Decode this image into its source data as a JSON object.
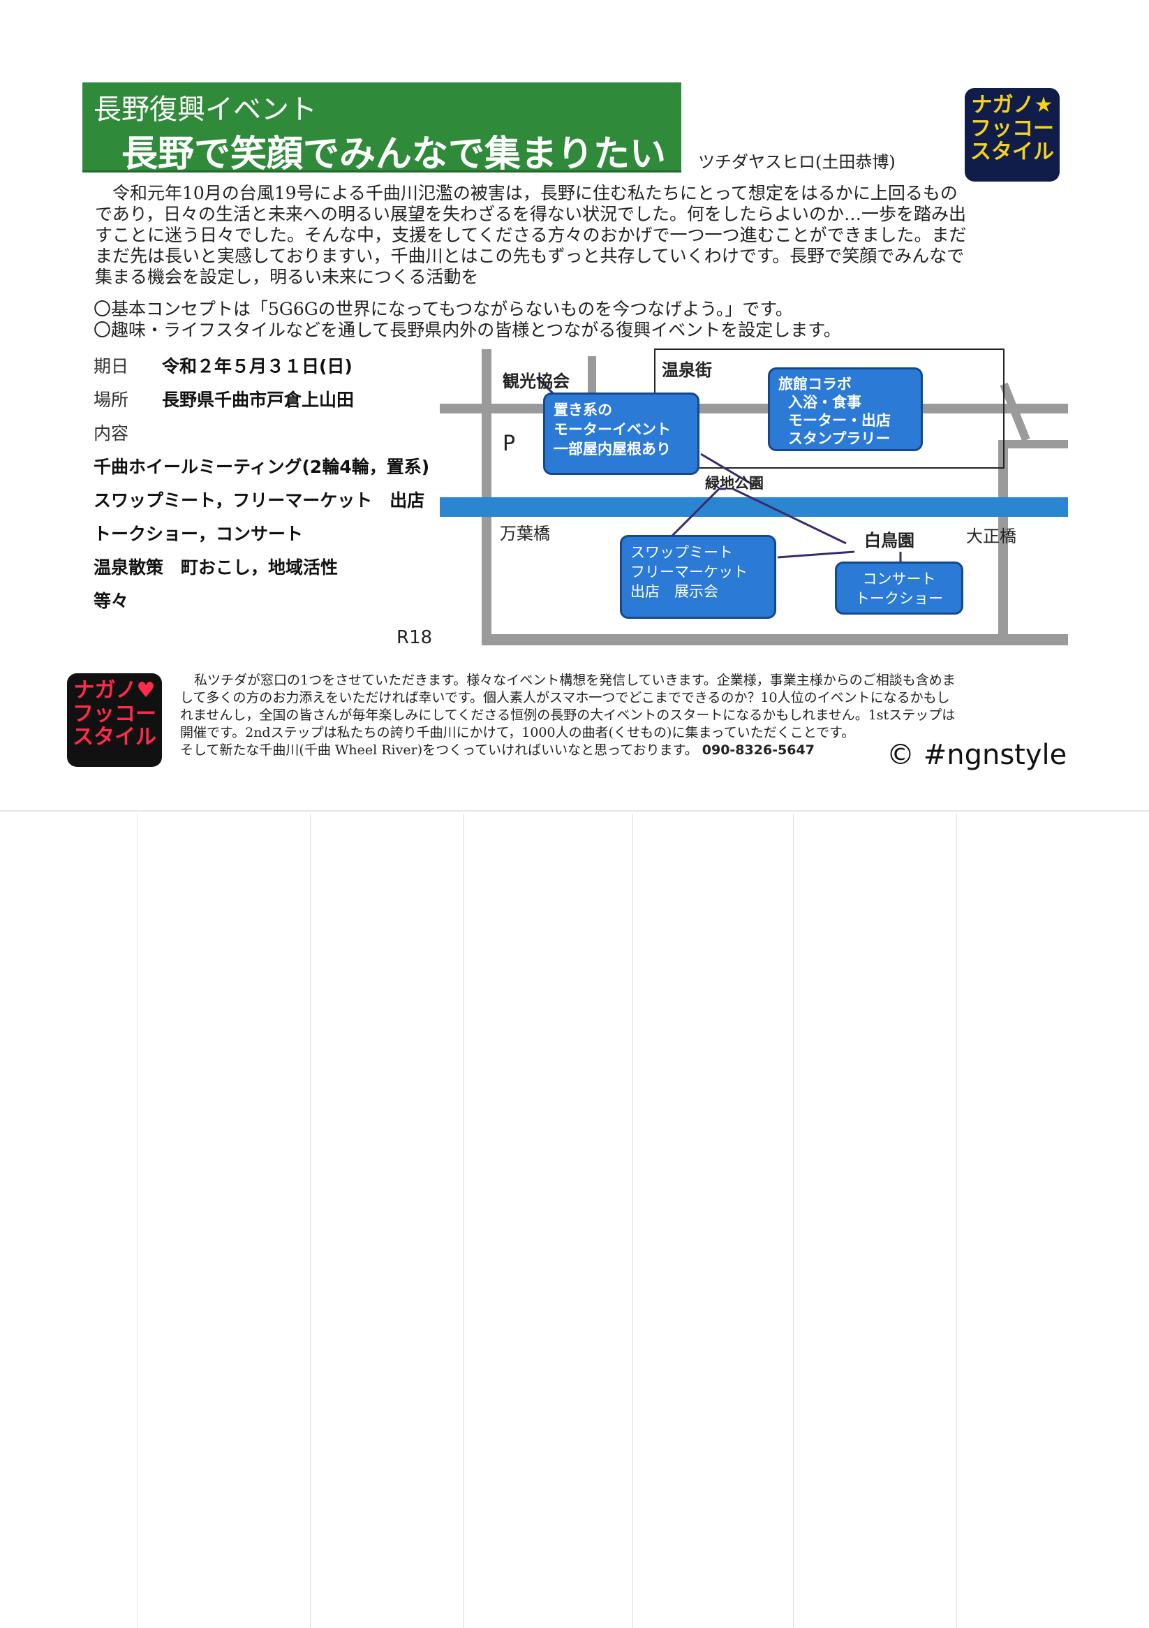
{
  "header": {
    "subtitle": "長野復興イベント",
    "title": "長野で笑顔でみんなで集まりたい",
    "author": "ツチダヤスヒロ(土田恭博)"
  },
  "logo": {
    "line1": "ナガノ★",
    "line2": "フッコー",
    "line3": "スタイル",
    "bottom_line1": "ナガノ♥",
    "bottom_line2": "フッコー",
    "bottom_line3": "スタイル",
    "accent_top": "#f5d21c",
    "accent_bottom": "#ff2b4a"
  },
  "intro": {
    "lines": [
      "　令和元年10月の台風19号による千曲川氾濫の被害は，長野に住む私たちにとって想定をはるかに上回るもの",
      "であり，日々の生活と未来への明るい展望を失わざるを得ない状況でした。何をしたらよいのか…一歩を踏み出",
      "すことに迷う日々でした。そんな中，支援をしてくださる方々のおかげで一つ一つ進むことができました。まだ",
      "まだ先は長いと実感しておりますい，千曲川とはこの先もずっと共存していくわけです。長野で笑顔でみんなで",
      "集まる機会を設定し，明るい未来につくる活動を"
    ]
  },
  "concepts": [
    "〇基本コンセプトは「5G6Gの世界になってもつながらないものを今つなげよう。」です。",
    "〇趣味・ライフスタイルなどを通して長野県内外の皆様とつながる復興イベントを設定します。"
  ],
  "details": {
    "date_label": "期日",
    "date_value": "令和２年５月３１日(日)",
    "place_label": "場所",
    "place_value": "長野県千曲市戸倉上山田",
    "content_label": "内容",
    "items": [
      "千曲ホイールミーティング(2輪4輪，置系)",
      "スワップミート，フリーマーケット　出店",
      "トークショー，コンサート",
      "温泉散策　町おこし，地域活性",
      "等々"
    ]
  },
  "map": {
    "labels": {
      "kanko": "観光協会",
      "onsengai": "温泉街",
      "parking": "P",
      "ryokuchi": "緑地公園",
      "manyo": "万葉橋",
      "taisho": "大正橋",
      "hakucho": "白鳥園",
      "r18": "R18"
    },
    "boxes": {
      "okikei": [
        "置き系の",
        "モーターイベント",
        "一部屋内屋根あり"
      ],
      "ryokan": [
        "旅館コラボ",
        "入浴・食事",
        "モーター・出店",
        "スタンプラリー"
      ],
      "swap": [
        "スワップミート",
        "フリーマーケット",
        "出店　展示会"
      ],
      "concert": [
        "コンサート",
        "トークショー"
      ]
    },
    "box_color": "#2a7ad6",
    "river_color": "#2a86d0"
  },
  "footer": {
    "lines": [
      "私ツチダが窓口の1つをさせていただきます。様々なイベント構想を発信していきます。企業様，事業主様からのご相談も含めま",
      "して多くの方のお力添えをいただければ幸いです。個人素人がスマホ一つでどこまでできるのか？10人位のイベントになるかもし",
      "れませんし，全国の皆さんが毎年楽しみにしてくださる恒例の長野の大イベントのスタートになるかもしれません。1stステップは",
      "開催です。2ndステップは私たちの誇り千曲川にかけて，1000人の曲者(くせもの)に集まっていただくことです。",
      "そして新たな千曲川(千曲 Wheel River)をつくっていければいいなと思っております。"
    ],
    "phone": "090-8326-5647",
    "copyright": "© #ngnstyle"
  }
}
